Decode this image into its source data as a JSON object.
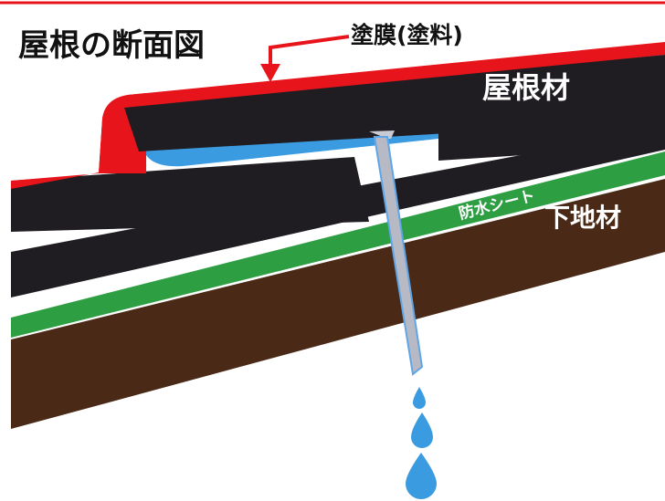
{
  "diagram": {
    "title": "屋根の断面図",
    "labels": {
      "coating": "塗膜(塗料)",
      "roofing": "屋根材",
      "waterproof_sheet": "防水シート",
      "substrate": "下地材"
    },
    "colors": {
      "coating_red": "#e8141b",
      "roofing_black": "#1f1d22",
      "water_blue": "#3b9be0",
      "sheet_green": "#2e9e43",
      "substrate_brown": "#4a2a16",
      "nail_gray": "#b7b9c4",
      "title_black": "#111111",
      "label_white": "#ffffff"
    },
    "icons": [
      "nail-icon",
      "water-drop-icon",
      "arrow-down-icon"
    ]
  }
}
